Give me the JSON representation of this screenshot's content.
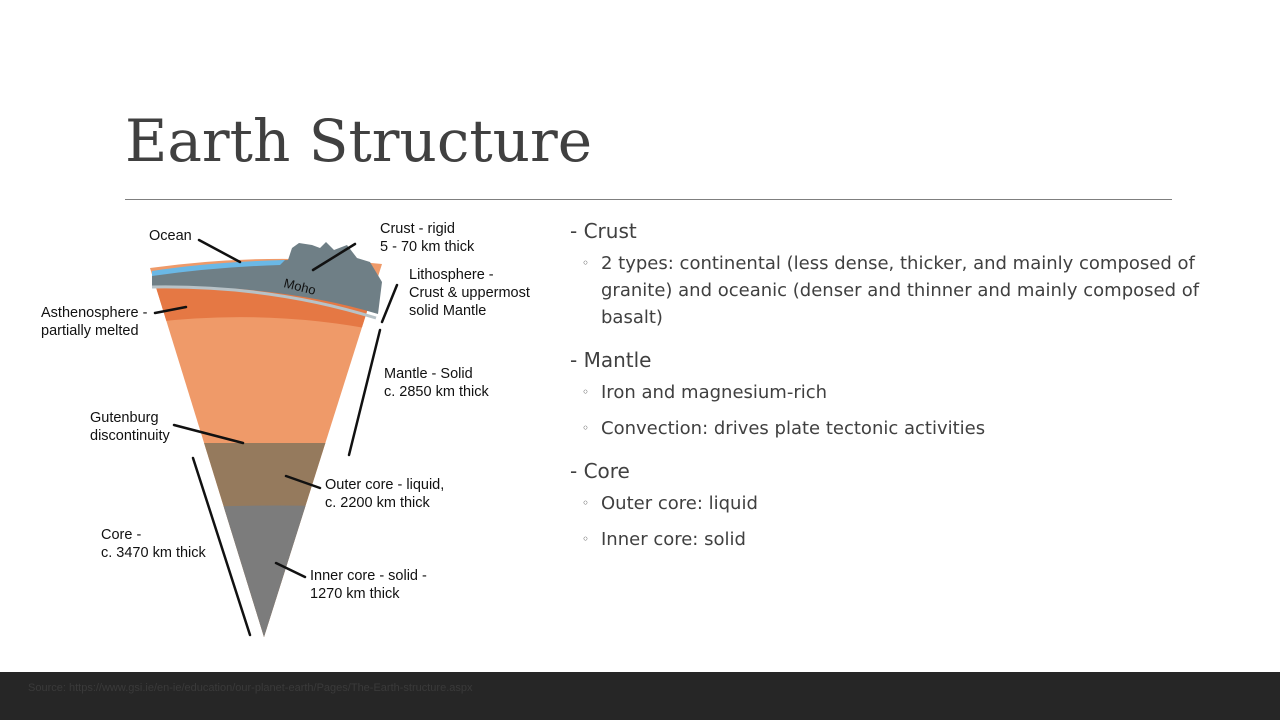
{
  "title": "Earth Structure",
  "diagram": {
    "labels": {
      "ocean": "Ocean",
      "crust": [
        "Crust - rigid",
        "5 - 70 km thick"
      ],
      "moho": "Moho",
      "lithosphere": [
        "Lithosphere -",
        "Crust & uppermost",
        "solid Mantle"
      ],
      "asthenosphere": [
        "Asthenosphere -",
        "partially melted"
      ],
      "mantle": [
        "Mantle - Solid",
        "c. 2850 km thick"
      ],
      "gutenburg": [
        "Gutenburg",
        "discontinuity"
      ],
      "outer_core": [
        "Outer core - liquid,",
        "c. 2200 km thick"
      ],
      "core": [
        "Core -",
        "c. 3470 km thick"
      ],
      "inner_core": [
        "Inner core - solid -",
        "1270 km thick"
      ]
    },
    "colors": {
      "ocean": "#6ab8e6",
      "crust": "#6f7f86",
      "lithosphere_mantle": "#e57844",
      "mantle": "#ef9a69",
      "outer_core": "#957a5d",
      "inner_core": "#7c7c7c"
    }
  },
  "sections": [
    {
      "heading": "- Crust",
      "items": [
        "2 types: continental (less dense, thicker, and mainly composed of granite) and oceanic (denser and thinner and mainly composed of basalt)"
      ]
    },
    {
      "heading": "- Mantle",
      "items": [
        "Iron and magnesium-rich",
        "Convection: drives plate tectonic activities"
      ]
    },
    {
      "heading": "- Core",
      "items": [
        "Outer core: liquid",
        "Inner core: solid"
      ]
    }
  ],
  "bullet_symbol": "◦",
  "footer": {
    "source": "Source: https://www.gsi.ie/en-ie/education/our-planet-earth/Pages/The-Earth-structure.aspx"
  }
}
